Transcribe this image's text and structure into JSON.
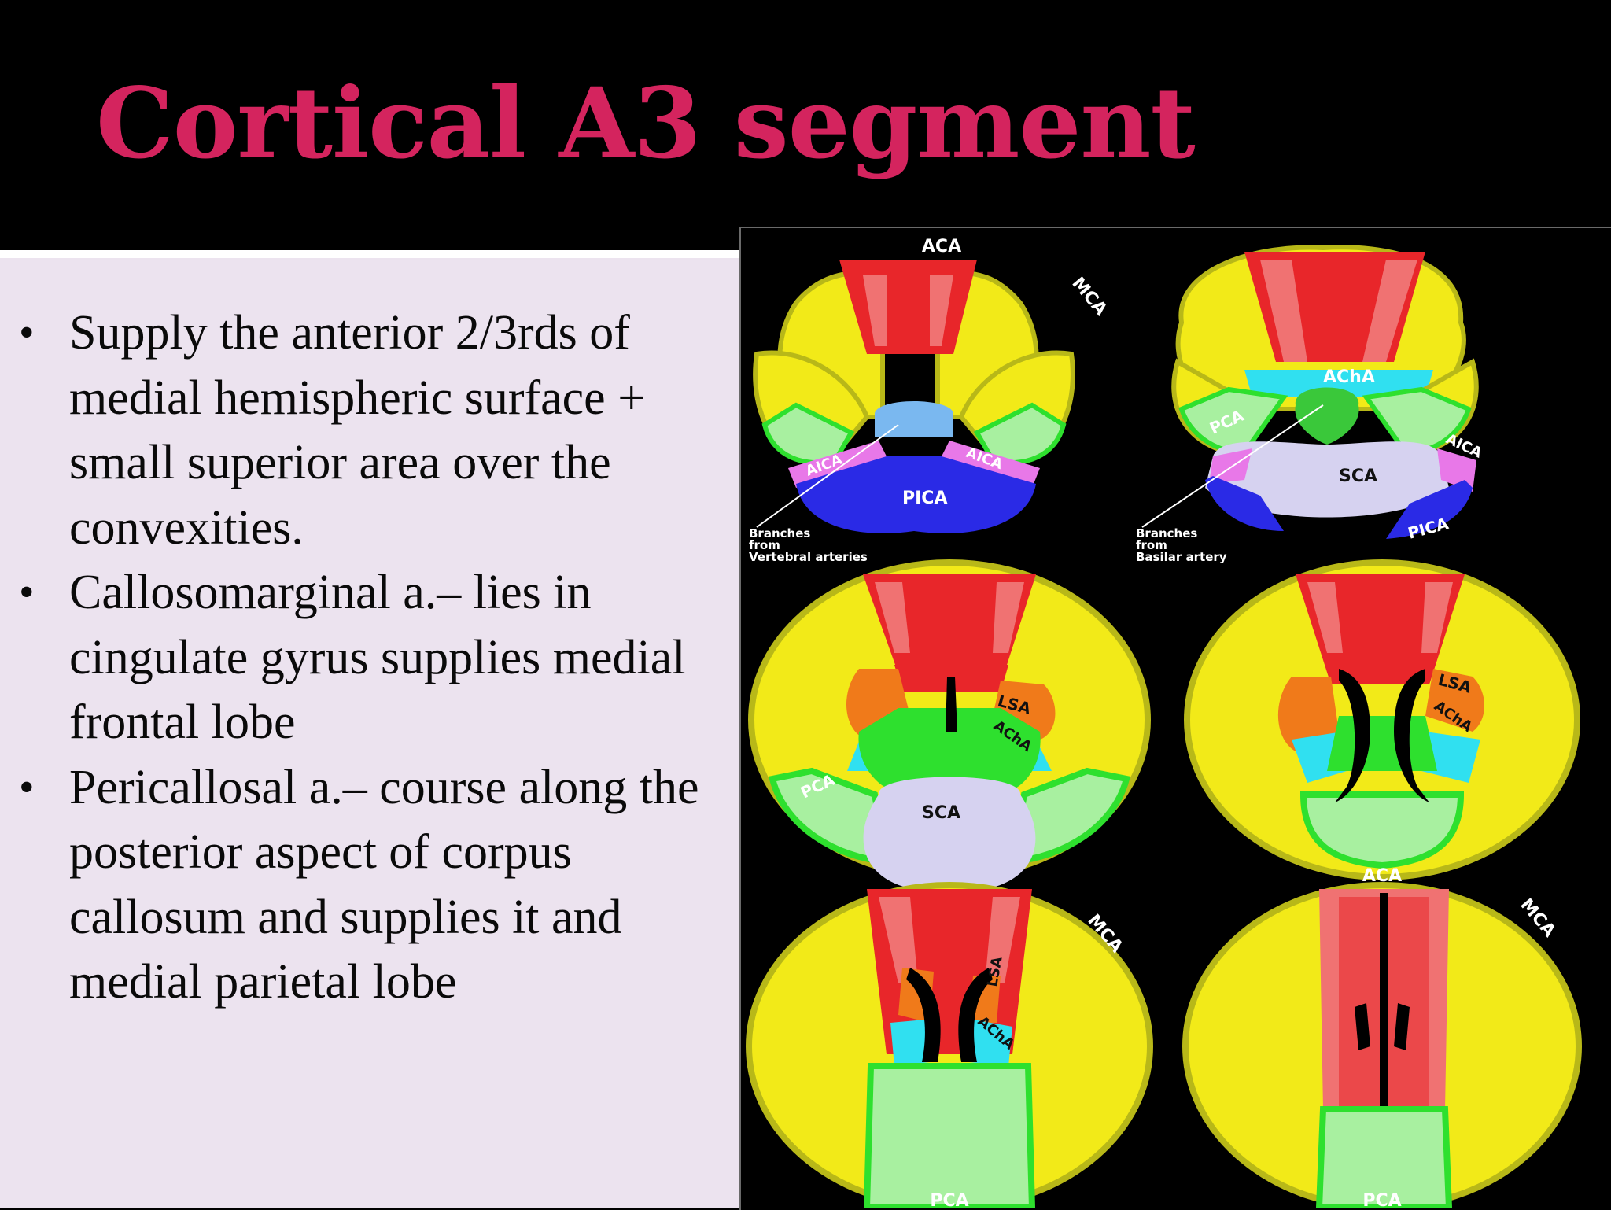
{
  "slide": {
    "title": "Cortical A3 segment",
    "bullets": [
      "Supply the anterior 2/3rds of medial hemispheric surface + small superior area over the convexities.",
      "Callosomarginal a.– lies in cingulate gyrus supplies medial frontal lobe",
      "Pericallosal a.– course along the posterior aspect of corpus callosum  and supplies it and medial parietal lobe"
    ],
    "bullet_symbol": "•"
  },
  "figure": {
    "labels": {
      "aca": "ACA",
      "mca": "MCA",
      "pca": "PCA",
      "pica": "PICA",
      "aica": "AICA",
      "sca": "SCA",
      "acha": "AChA",
      "lsa": "LSA"
    },
    "annotations": {
      "vertebral": [
        "Branches",
        "from",
        "Vertebral arteries"
      ],
      "basilar": [
        "Branches",
        "from",
        "Basilar artery"
      ]
    },
    "colors": {
      "aca": "#e8262a",
      "aca_light": "#f07272",
      "mca": "#f2ea18",
      "pca": "#2ee02e",
      "pca_light": "#a8f0a0",
      "pica": "#2a2ae6",
      "aica": "#e878e8",
      "sca": "#d6d2f0",
      "acha": "#30e0f0",
      "lsa": "#f07a1a",
      "brainstem": "#7ab8f0",
      "cortex_edge": "#b8b818"
    }
  }
}
